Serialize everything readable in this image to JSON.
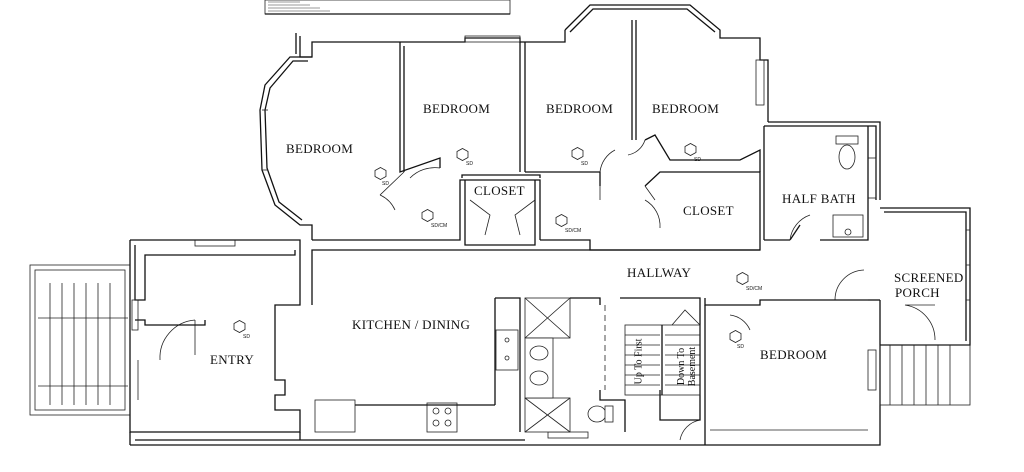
{
  "rooms": {
    "bedroom_west": "BEDROOM",
    "bedroom_north_1": "BEDROOM",
    "bedroom_north_2": "BEDROOM",
    "bedroom_north_3": "BEDROOM",
    "bedroom_south": "BEDROOM",
    "closet_center": "CLOSET",
    "closet_east": "CLOSET",
    "half_bath": "HALF BATH",
    "hallway": "HALLWAY",
    "kitchen_dining": "KITCHEN / DINING",
    "entry": "ENTRY",
    "screened": "SCREENED",
    "porch": "PORCH"
  },
  "stairs": {
    "up": "Up To First",
    "down_line1": "Down To",
    "down_line2": "Basement"
  },
  "detectors": {
    "sd": "SD",
    "sdcm": "SD/CM"
  }
}
